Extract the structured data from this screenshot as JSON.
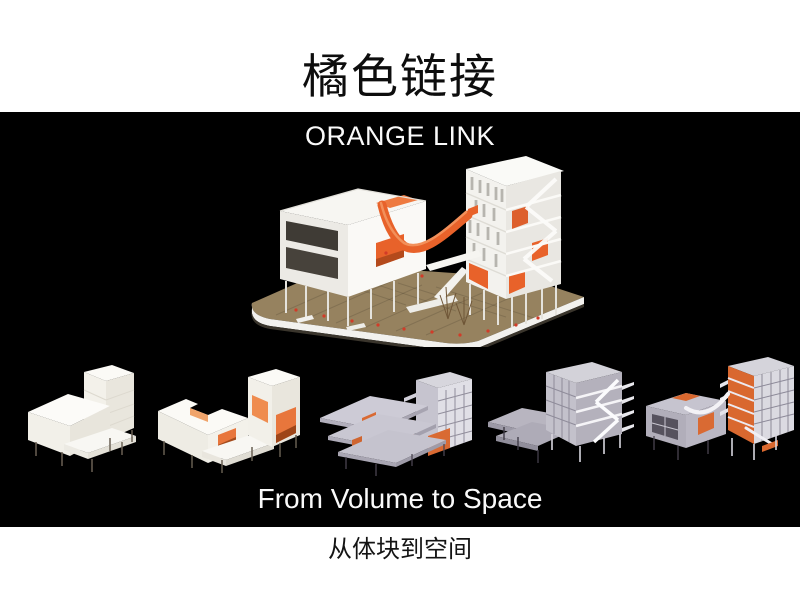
{
  "slide": {
    "title_zh": "橘色链接",
    "title_en": "ORANGE LINK",
    "caption_en": "From Volume to Space",
    "caption_zh": "从体块到空间"
  },
  "colors": {
    "background": "#000000",
    "band": "#ffffff",
    "text_dark": "#0d0d0d",
    "text_light": "#fafafa",
    "accent_orange": "#e8622a",
    "light_orange": "#f0a46b",
    "wood_base": "#96825f",
    "model_white": "#f5f3ee",
    "model_gray": "#b9b6c2"
  },
  "figures": {
    "main_photo": "orange-link-sectional-model",
    "process_models": [
      {
        "name": "white-massing-model"
      },
      {
        "name": "massing-with-orange-voids-model"
      },
      {
        "name": "floor-plates-and-cores-model"
      },
      {
        "name": "volume-with-ramps-model"
      },
      {
        "name": "integrated-space-model"
      }
    ]
  }
}
